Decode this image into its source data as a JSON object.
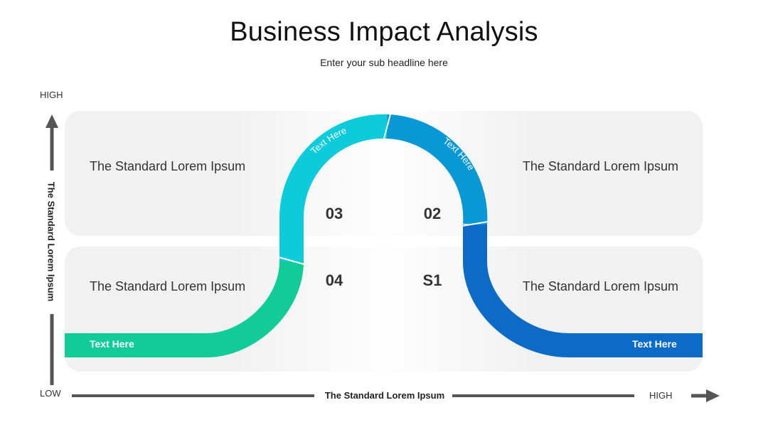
{
  "header": {
    "title": "Business Impact Analysis",
    "subtitle": "Enter your sub headline here"
  },
  "axes": {
    "y_high": "HIGH",
    "y_low": "LOW",
    "x_high": "HIGH",
    "x_title": "The Standard Lorem Ipsum",
    "y_title": "The Standard Lorem Ipsum"
  },
  "quadrants": {
    "top_left": "The Standard Lorem Ipsum",
    "top_right": "The Standard Lorem Ipsum",
    "bottom_left": "The Standard Lorem Ipsum",
    "bottom_right": "The Standard Lorem Ipsum"
  },
  "numbers": {
    "n03": "03",
    "n02": "02",
    "n04": "04",
    "n01": "S1"
  },
  "labels": {
    "left_band": "Text Here",
    "right_band": "Text Here",
    "arc_left": "Text Here",
    "arc_right": "Text Here"
  },
  "colors": {
    "green": "#12cc98",
    "cyan": "#0ecbdb",
    "sky": "#0898d6",
    "blue": "#0c6bc7",
    "panel": "#f1f1f1",
    "axis": "#555555"
  }
}
